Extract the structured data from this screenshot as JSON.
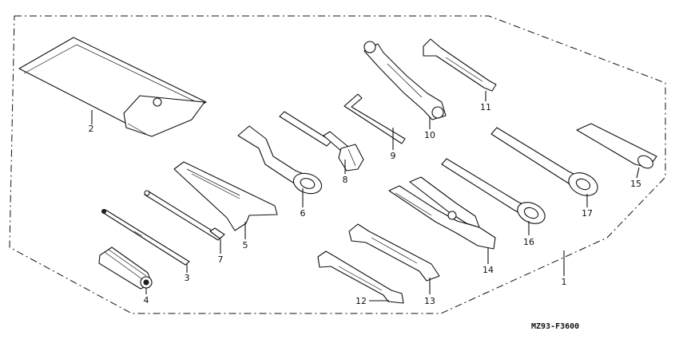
{
  "diagram": {
    "callouts": [
      {
        "id": "p1",
        "text": "1"
      },
      {
        "id": "p2",
        "text": "2"
      },
      {
        "id": "p3",
        "text": "3"
      },
      {
        "id": "p4",
        "text": "4"
      },
      {
        "id": "p5",
        "text": "5"
      },
      {
        "id": "p6",
        "text": "6"
      },
      {
        "id": "p7",
        "text": "7"
      },
      {
        "id": "p8",
        "text": "8"
      },
      {
        "id": "p9",
        "text": "9"
      },
      {
        "id": "p10",
        "text": "10"
      },
      {
        "id": "p11",
        "text": "11"
      },
      {
        "id": "p12",
        "text": "12"
      },
      {
        "id": "p13",
        "text": "13"
      },
      {
        "id": "p14",
        "text": "14"
      },
      {
        "id": "p15",
        "text": "15"
      },
      {
        "id": "p16",
        "text": "16"
      },
      {
        "id": "p17",
        "text": "17"
      }
    ],
    "figure_code": "MZ93-F3600"
  }
}
